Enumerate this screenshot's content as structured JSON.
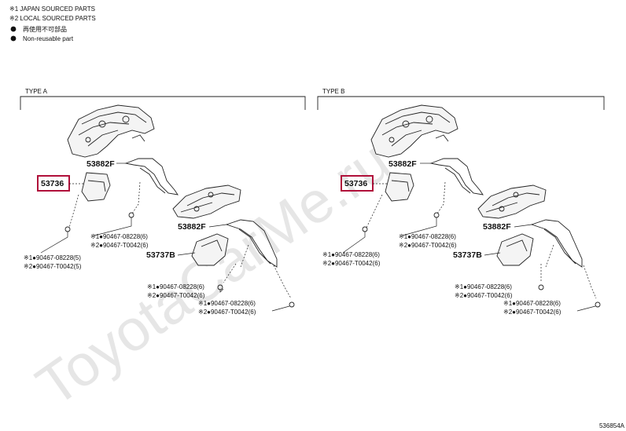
{
  "legend": {
    "note1": "※1 JAPAN SOURCED PARTS",
    "note2": "※2 LOCAL SOURCED PARTS",
    "reuse_jp": "再使用不可部品",
    "reuse_en": "Non-reusable part"
  },
  "watermark": "ToyotaCarMe.ru",
  "figure_code": "536854A",
  "panels": [
    {
      "type_label": "TYPE A",
      "labels": {
        "p53882_top": "53882F",
        "p53736": "53736",
        "p53882_bottom": "53882F",
        "p53737": "53737B"
      },
      "codes": {
        "mid1": "※1●90467-08228(6)",
        "mid2": "※2●90467-T0042(6)",
        "left1": "※1●90467-08228(5)",
        "left2": "※2●90467-T0042(5)",
        "low1": "※1●90467-08228(6)",
        "low2": "※2●90467-T0042(6)",
        "bot1": "※1●90467-08228(6)",
        "bot2": "※2●90467-T0042(6)"
      }
    },
    {
      "type_label": "TYPE B",
      "labels": {
        "p53882_top": "53882F",
        "p53736": "53736",
        "p53882_bottom": "53882F",
        "p53737": "53737B"
      },
      "codes": {
        "mid1": "※1●90467-08228(6)",
        "mid2": "※2●90467-T0042(6)",
        "left1": "※1●90467-08228(6)",
        "left2": "※2●90467-T0042(6)",
        "low1": "※1●90467-08228(6)",
        "low2": "※2●90467-T0042(6)",
        "bot1": "※1●90467-08228(6)",
        "bot2": "※2●90467-T0042(6)"
      }
    }
  ]
}
